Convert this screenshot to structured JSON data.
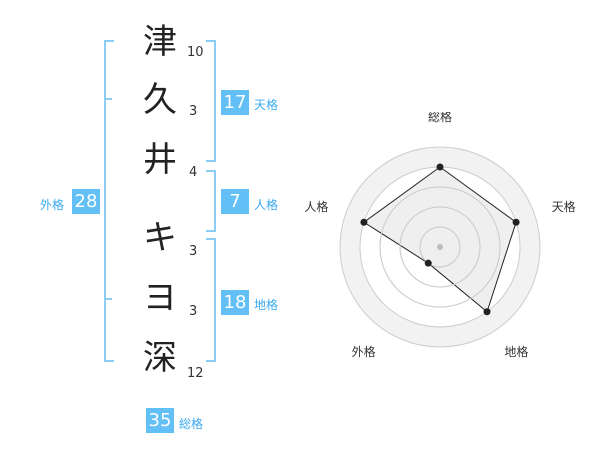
{
  "name": {
    "chars": [
      {
        "char": "津",
        "strokes": "10"
      },
      {
        "char": "久",
        "strokes": "3"
      },
      {
        "char": "井",
        "strokes": "4"
      },
      {
        "char": "キ",
        "strokes": "3"
      },
      {
        "char": "ヨ",
        "strokes": "3"
      },
      {
        "char": "深",
        "strokes": "12"
      }
    ]
  },
  "fortune": {
    "tenkaku": {
      "value": "17",
      "label": "天格"
    },
    "jinkaku": {
      "value": "7",
      "label": "人格"
    },
    "chikaku": {
      "value": "18",
      "label": "地格"
    },
    "gaikaku": {
      "value": "28",
      "label": "外格"
    },
    "soukaku": {
      "value": "35",
      "label": "総格"
    }
  },
  "chart_data": {
    "type": "radar",
    "axes": [
      "総格",
      "天格",
      "地格",
      "外格",
      "人格"
    ],
    "values": [
      4,
      4,
      4,
      1,
      4
    ],
    "max": 5,
    "rings": 5,
    "colors": {
      "fill": "#f2f2f2",
      "line": "#222222",
      "grid": "#cccccc",
      "center": "#bbbbbb"
    }
  }
}
